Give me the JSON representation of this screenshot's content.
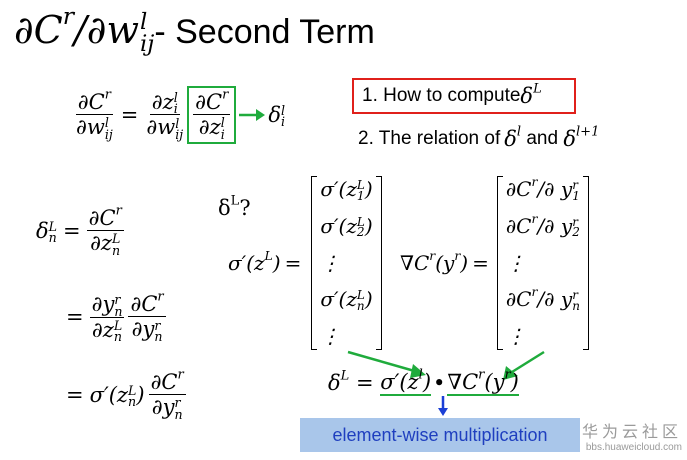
{
  "title": {
    "math": "∂C",
    "sup_r": "r",
    "slash": "/∂w",
    "sup_l": "l",
    "sub_ij": "ij",
    "text": " - Second Term"
  },
  "list": {
    "item1": {
      "text": "1. How to compute ",
      "sym": "δ",
      "sup": "L"
    },
    "item2": {
      "text": "2. The relation of ",
      "sym1": "δ",
      "sup1": "l",
      "and": " and ",
      "sym2": "δ",
      "sup2": "l+1"
    }
  },
  "eq_top": {
    "lhs_num": "∂C",
    "lhs_num_sup": "r",
    "lhs_den": "∂w",
    "lhs_den_sup": "l",
    "lhs_den_sub": "ij",
    "eq": "=",
    "mid_num": "∂z",
    "mid_num_sup": "l",
    "mid_num_sub": "i",
    "mid_den": "∂w",
    "mid_den_sup": "l",
    "mid_den_sub": "ij",
    "box_num": "∂C",
    "box_num_sup": "r",
    "box_den": "∂z",
    "box_den_sup": "l",
    "box_den_sub": "i",
    "result": "δ",
    "result_sup": "l",
    "result_sub": "i"
  },
  "derivation": {
    "l1_lhs": "δ",
    "l1_lhs_sub": "n",
    "l1_lhs_sup": "L",
    "l1_eq": "=",
    "l1_num": "∂C",
    "l1_num_sup": "r",
    "l1_den": "∂z",
    "l1_den_sub": "n",
    "l1_den_sup": "L",
    "l2_eq": "=",
    "l2_n1": "∂y",
    "l2_n1_sub": "n",
    "l2_n1_sup": "r",
    "l2_d1": "∂z",
    "l2_d1_sub": "n",
    "l2_d1_sup": "L",
    "l2_n2": "∂C",
    "l2_n2_sup": "r",
    "l2_d2": "∂y",
    "l2_d2_sub": "n",
    "l2_d2_sup": "r",
    "l3_eq": "=",
    "l3_sig": "σ′(z",
    "l3_sub": "n",
    "l3_sup": "L",
    "l3_close": ")",
    "l3_num": "∂C",
    "l3_num_sup": "r",
    "l3_den": "∂y",
    "l3_den_sub": "n",
    "l3_den_sup": "r"
  },
  "delta_q": {
    "sym": "δ",
    "sup": "L",
    "q": "?"
  },
  "sigma_vec": {
    "lhs": "σ′(z",
    "lhs_sup": "L",
    "lhs_close": ")",
    "eq": "=",
    "rows": [
      {
        "pre": "σ′(z",
        "sub": "1",
        "sup": "L",
        "post": ")"
      },
      {
        "pre": "σ′(z",
        "sub": "2",
        "sup": "L",
        "post": ")"
      },
      {
        "pre": "⋮",
        "sub": "",
        "sup": "",
        "post": ""
      },
      {
        "pre": "σ′(z",
        "sub": "n",
        "sup": "L",
        "post": ")"
      },
      {
        "pre": "⋮",
        "sub": "",
        "sup": "",
        "post": ""
      }
    ]
  },
  "grad_vec": {
    "lhs": "∇C",
    "lhs_sup": "r",
    "lhs_mid": "(y",
    "lhs_sup2": "r",
    "lhs_close": ")",
    "eq": "=",
    "rows": [
      {
        "pre": "∂C",
        "sup": "r",
        "mid": "/∂ y",
        "sub": "1",
        "sup2": "r"
      },
      {
        "pre": "∂C",
        "sup": "r",
        "mid": "/∂ y",
        "sub": "2",
        "sup2": "r"
      },
      {
        "pre": "⋮",
        "sup": "",
        "mid": "",
        "sub": "",
        "sup2": ""
      },
      {
        "pre": "∂C",
        "sup": "r",
        "mid": "/∂ y",
        "sub": "n",
        "sup2": "r"
      },
      {
        "pre": "⋮",
        "sup": "",
        "mid": "",
        "sub": "",
        "sup2": ""
      }
    ]
  },
  "bottom_eq": {
    "lhs": "δ",
    "lhs_sup": "L",
    "eq": " = ",
    "sig": "σ′(z",
    "sig_sup": "l",
    "sig_close": ")",
    "dot": "•",
    "grad": "∇C",
    "grad_sup": "r",
    "grad_mid": "(y",
    "grad_sup2": "r",
    "grad_close": ")"
  },
  "banner": {
    "label": "element-wise multiplication"
  },
  "watermark": {
    "cn": "华为云社区",
    "url": "bbs.huaweicloud.com"
  },
  "colors": {
    "red_box": "#e0201b",
    "green": "#1fab3c",
    "arrow_blue": "#1b3fd6",
    "banner_bg": "#a9c6ea",
    "banner_text": "#1f3fbf",
    "watermark": "#9a9a9a"
  }
}
